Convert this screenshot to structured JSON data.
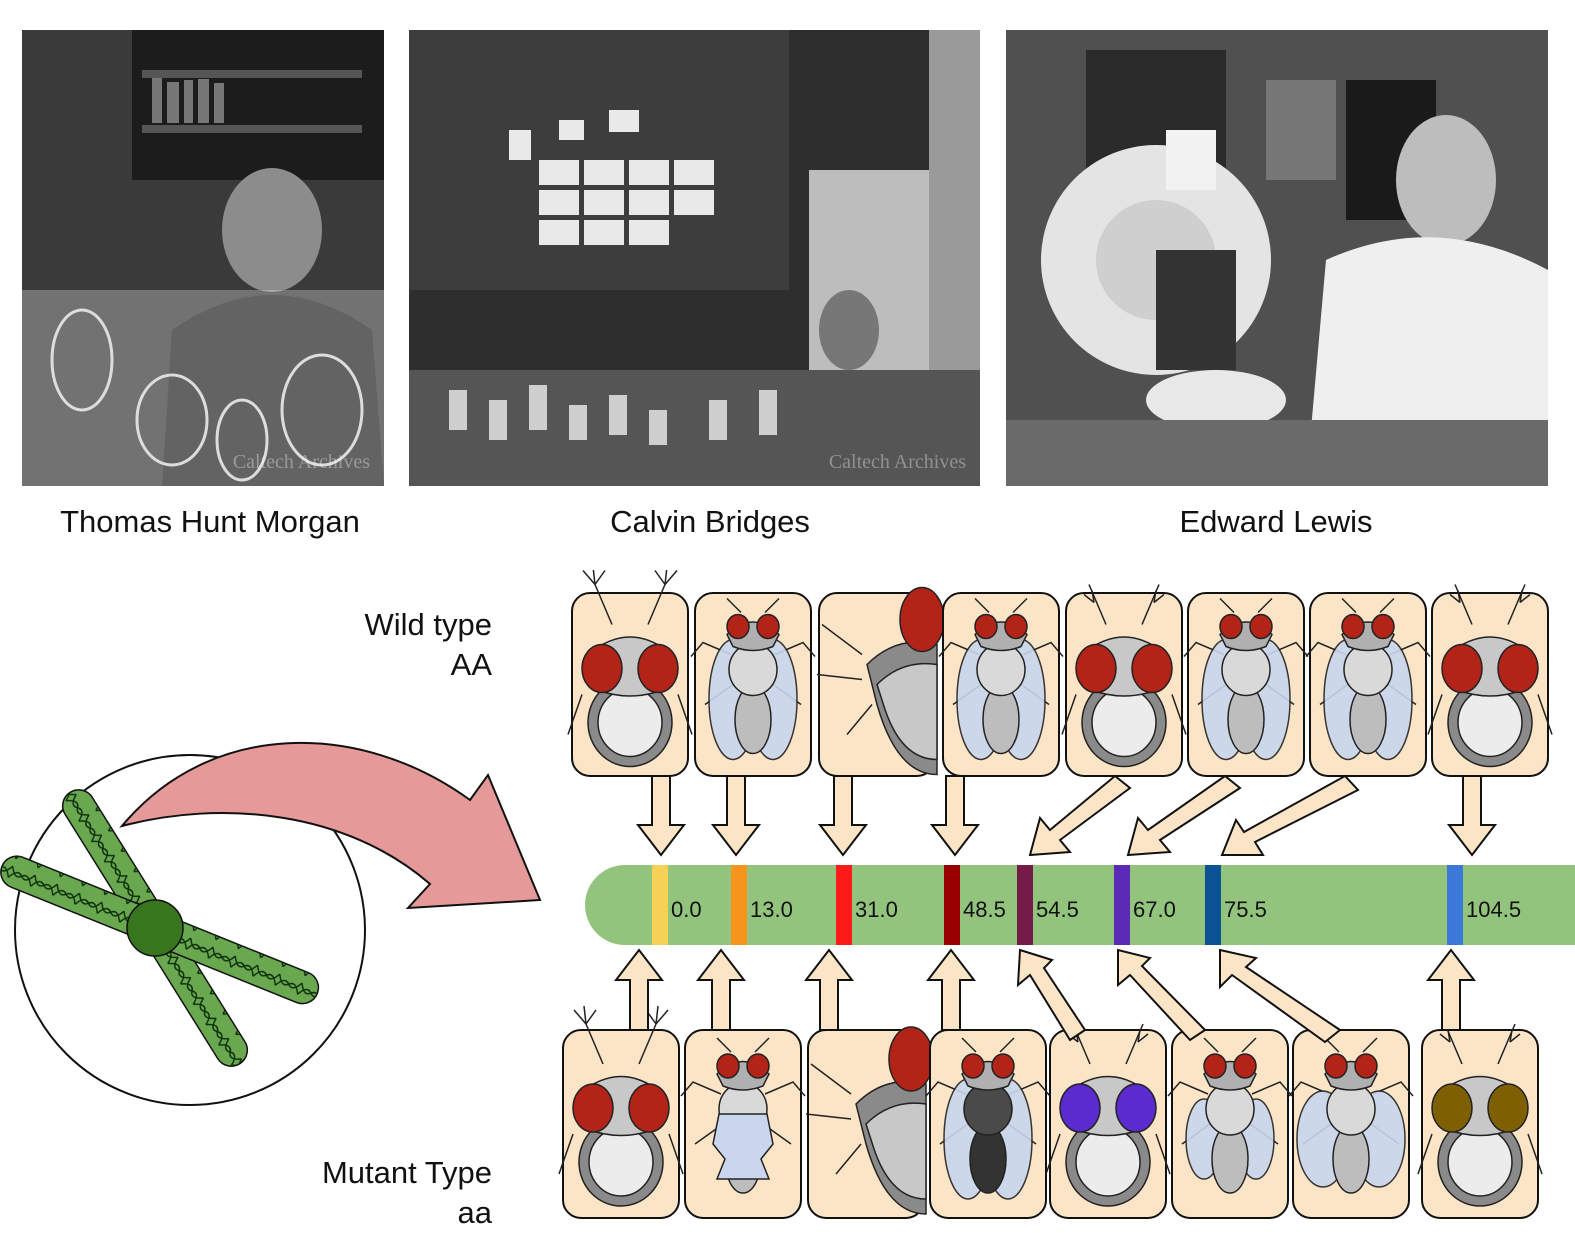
{
  "portraits": [
    {
      "name": "Thomas Hunt Morgan",
      "watermark": "Caltech Archives"
    },
    {
      "name": "Calvin Bridges",
      "watermark": "Caltech Archives"
    },
    {
      "name": "Edward Lewis",
      "watermark": ""
    }
  ],
  "labels": {
    "wild_type_line1": "Wild type",
    "wild_type_line2": "AA",
    "mutant_type_line1": "Mutant Type",
    "mutant_type_line2": "aa"
  },
  "chromosome": {
    "color": "#93c47d",
    "loci": [
      {
        "position": "0.0",
        "color": "#f6d155"
      },
      {
        "position": "13.0",
        "color": "#f7941d"
      },
      {
        "position": "31.0",
        "color": "#ff1a1a"
      },
      {
        "position": "48.5",
        "color": "#990000"
      },
      {
        "position": "54.5",
        "color": "#741b47"
      },
      {
        "position": "67.0",
        "color": "#5b2bb5"
      },
      {
        "position": "75.5",
        "color": "#0b5394"
      },
      {
        "position": "104.5",
        "color": "#3c78d8"
      }
    ]
  },
  "colors": {
    "card_fill": "#fce5c6",
    "big_arrow": "#e69999",
    "chromatid": "#6aa84f",
    "centromere": "#38761d",
    "fly_eye_red": "#b22417",
    "fly_eye_purple": "#5b2bd0",
    "fly_eye_brown": "#7f6000"
  },
  "icons": {
    "wild_cards": [
      "fly-head-aristae-icon",
      "fly-body-icon",
      "fly-side-icon",
      "fly-wings-icon",
      "fly-head-icon",
      "fly-wings-icon",
      "fly-wings-icon",
      "fly-head-icon"
    ],
    "mutant_cards": [
      "fly-head-aristae-icon",
      "fly-crumpled-wing-icon",
      "fly-side-icon",
      "fly-dark-body-icon",
      "fly-purple-eye-icon",
      "fly-small-wings-icon",
      "fly-bent-wings-icon",
      "fly-brown-eye-icon"
    ]
  }
}
